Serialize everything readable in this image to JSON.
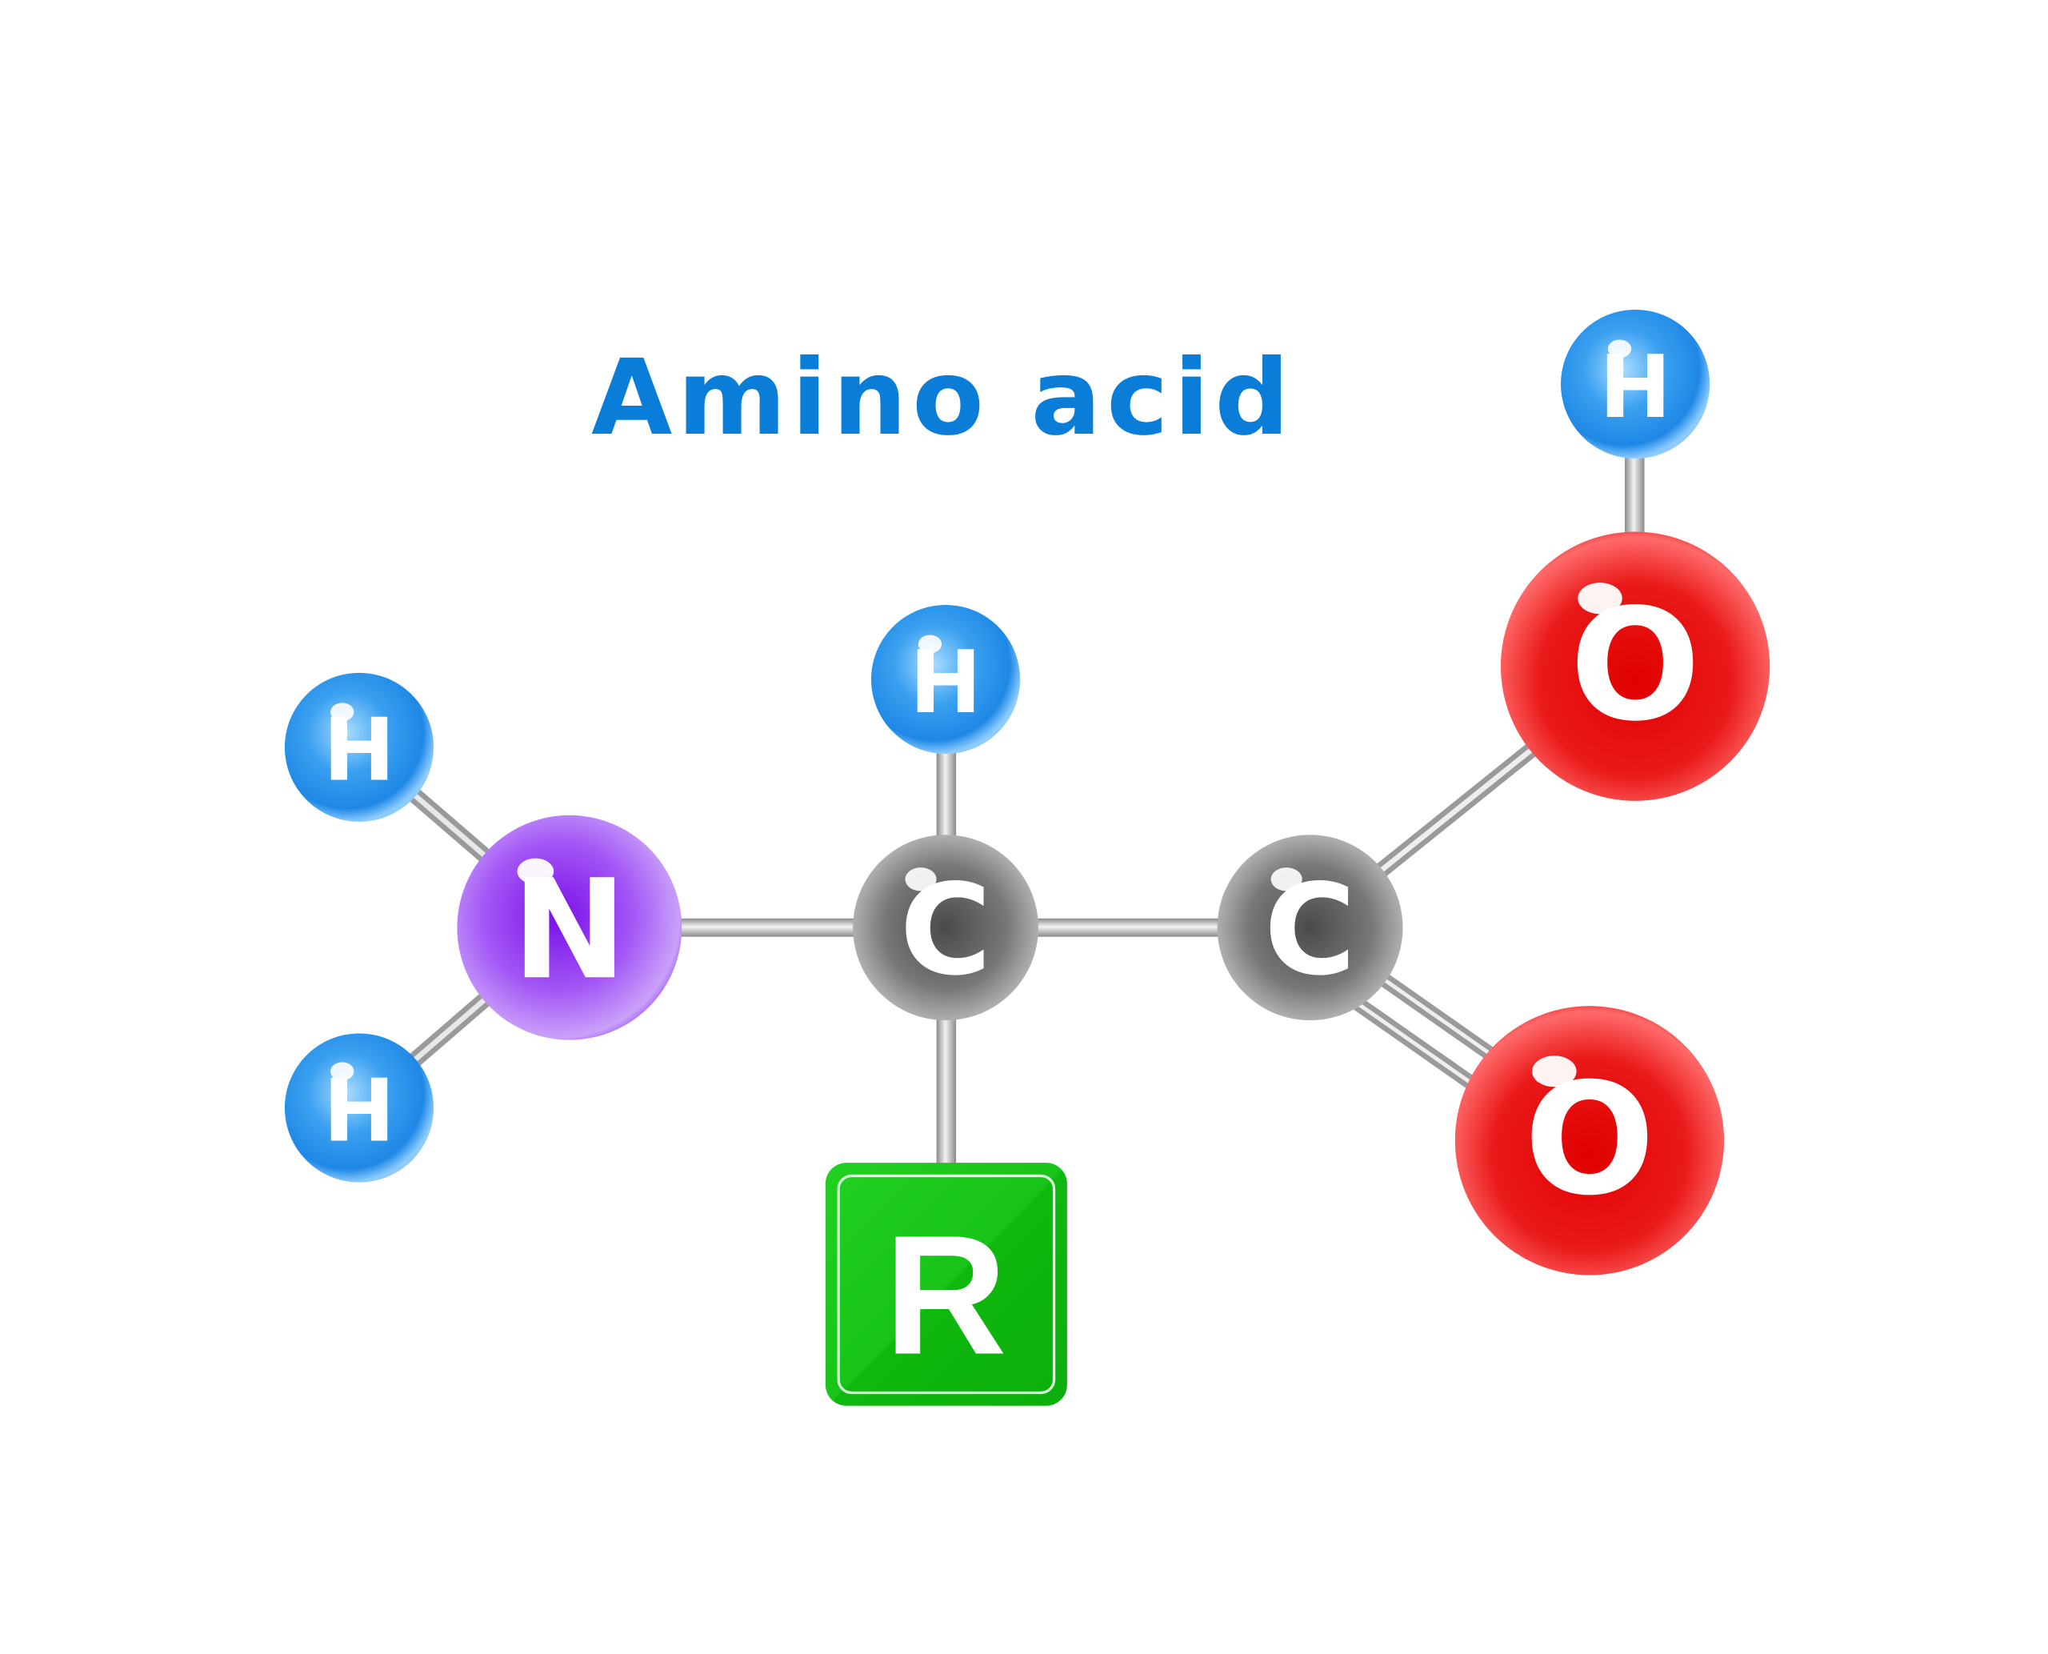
{
  "title": {
    "text": "Amino acid",
    "color": "#0a7dd8"
  },
  "colors": {
    "hydrogen": "#3aa0f0",
    "nitrogen": "#8a2be2",
    "carbon": "#6e6e6e",
    "oxygen": "#e50f0f",
    "r_group": "#13bf13",
    "bond": "#b0b0b0"
  },
  "atoms": [
    {
      "id": "h1",
      "element": "hydrogen",
      "label": "H"
    },
    {
      "id": "h2",
      "element": "hydrogen",
      "label": "H"
    },
    {
      "id": "n",
      "element": "nitrogen",
      "label": "N"
    },
    {
      "id": "h3",
      "element": "hydrogen",
      "label": "H"
    },
    {
      "id": "ca",
      "element": "carbon",
      "label": "C"
    },
    {
      "id": "c",
      "element": "carbon",
      "label": "C"
    },
    {
      "id": "o1",
      "element": "oxygen",
      "label": "O"
    },
    {
      "id": "h4",
      "element": "hydrogen",
      "label": "H"
    },
    {
      "id": "o2",
      "element": "oxygen",
      "label": "O"
    }
  ],
  "r_group": {
    "label": "R"
  },
  "bonds": [
    {
      "from": "h1",
      "to": "n",
      "order": 1
    },
    {
      "from": "h2",
      "to": "n",
      "order": 1
    },
    {
      "from": "n",
      "to": "ca",
      "order": 1
    },
    {
      "from": "h3",
      "to": "ca",
      "order": 1
    },
    {
      "from": "ca",
      "to": "r",
      "order": 1
    },
    {
      "from": "ca",
      "to": "c",
      "order": 1
    },
    {
      "from": "c",
      "to": "o1",
      "order": 1
    },
    {
      "from": "o1",
      "to": "h4",
      "order": 1
    },
    {
      "from": "c",
      "to": "o2",
      "order": 2
    }
  ]
}
